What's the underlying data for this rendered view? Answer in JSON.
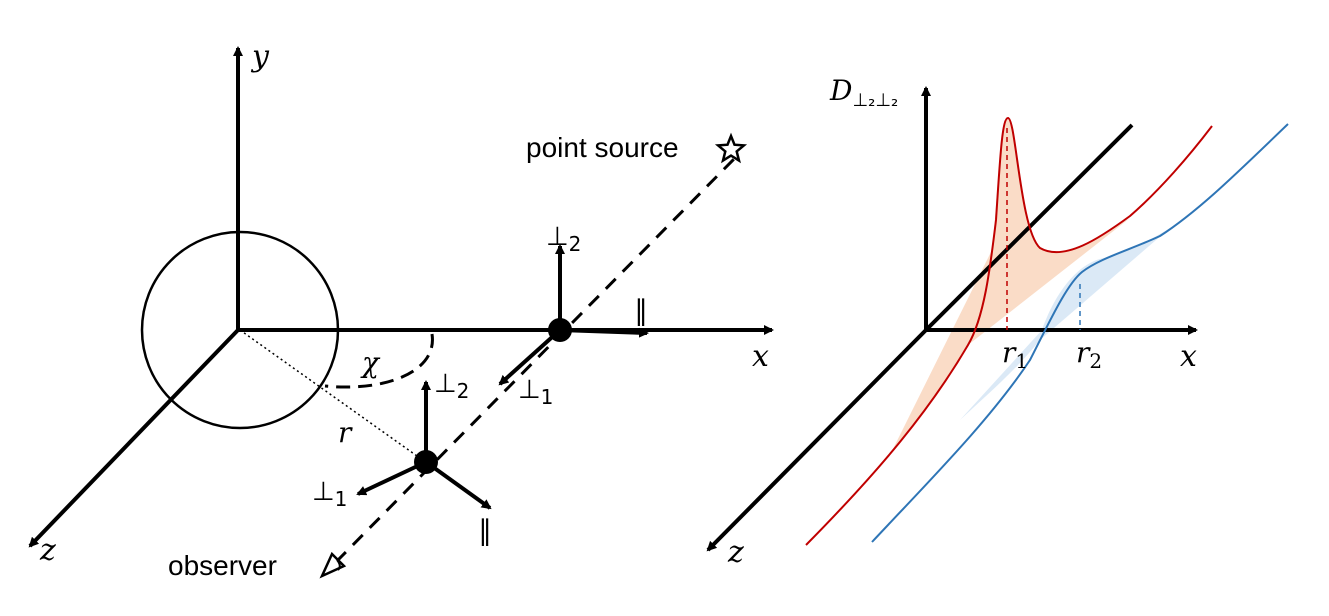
{
  "left_diagram": {
    "axis_y": "y",
    "axis_x": "x",
    "axis_z": "z",
    "angle_label": "χ",
    "distance_label": "r",
    "source_label": "point source",
    "source_icon": "star-icon",
    "observer_label": "observer",
    "observer_icon": "eye-icon",
    "far_frame": {
      "perp2": "⊥",
      "perp2_sub": "2",
      "perp1": "⊥",
      "perp1_sub": "1",
      "parallel": "∥"
    },
    "near_frame": {
      "perp2": "⊥",
      "perp2_sub": "2",
      "perp1": "⊥",
      "perp1_sub": "1",
      "parallel": "∥"
    }
  },
  "right_diagram": {
    "ylabel_main": "D",
    "ylabel_sub": "⊥₂⊥₂",
    "axis_x": "x",
    "axis_z": "z",
    "r1_main": "r",
    "r1_sub": "1",
    "r2_main": "r",
    "r2_sub": "2",
    "colors": {
      "curve_1": "#c00000",
      "curve_2": "#2e75b6",
      "fill_1": "#f4b183",
      "fill_2": "#bdd7ee"
    }
  }
}
